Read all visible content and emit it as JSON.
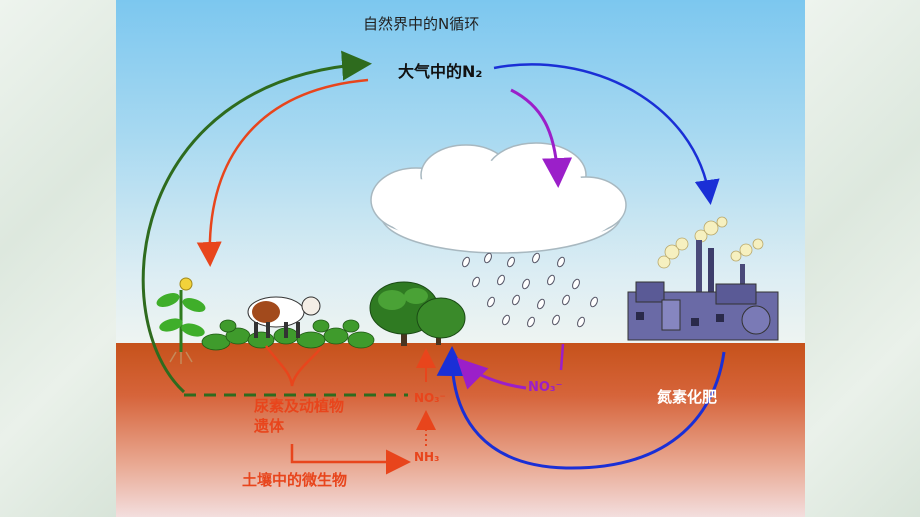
{
  "diagram": {
    "title": "自然界中的N循环",
    "atmosphere_n2": "大气中的N₂",
    "nitrate_soil": "NO₃⁻",
    "nitrate_rain": "NO₃⁻",
    "ammonia": "NH₃",
    "fertilizer": "氮素化肥",
    "urea_remains": "尿素及动植物遗体",
    "soil_microbes": "土壤中的微生物"
  },
  "colors": {
    "green_arrow": "#2e6b1e",
    "red_arrow": "#e8451c",
    "blue_arrow": "#1a2fd6",
    "purple_arrow": "#9b1fc9"
  },
  "icons": [
    "plant-icon",
    "cow-icon",
    "tree-icon",
    "cloud-icon",
    "rain-icon",
    "factory-icon"
  ]
}
